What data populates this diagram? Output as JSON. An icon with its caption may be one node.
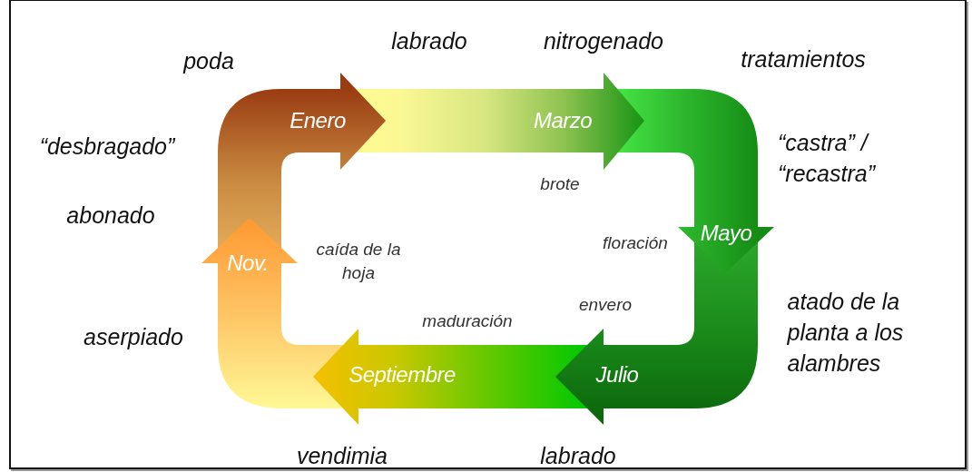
{
  "diagram": {
    "nodes": [
      {
        "text": [
          "Enero"
        ]
      },
      {
        "text": [
          "Marzo"
        ]
      },
      {
        "text": [
          "Mayo"
        ]
      },
      {
        "text": [
          "Julio"
        ]
      },
      {
        "text": [
          "Septiembre"
        ]
      },
      {
        "text": [
          "Nov."
        ]
      }
    ],
    "labels": [
      "labrado",
      "nitrogenado",
      "poda",
      "tratamientos",
      "“desbragado”",
      "“castra” / “recastra”",
      "brote",
      "abonado",
      "caída de la hoja",
      "floración",
      "envero",
      "maduración",
      "atado de la planta a los alambres",
      "aserpiado",
      "vendimia",
      "labrado"
    ]
  }
}
